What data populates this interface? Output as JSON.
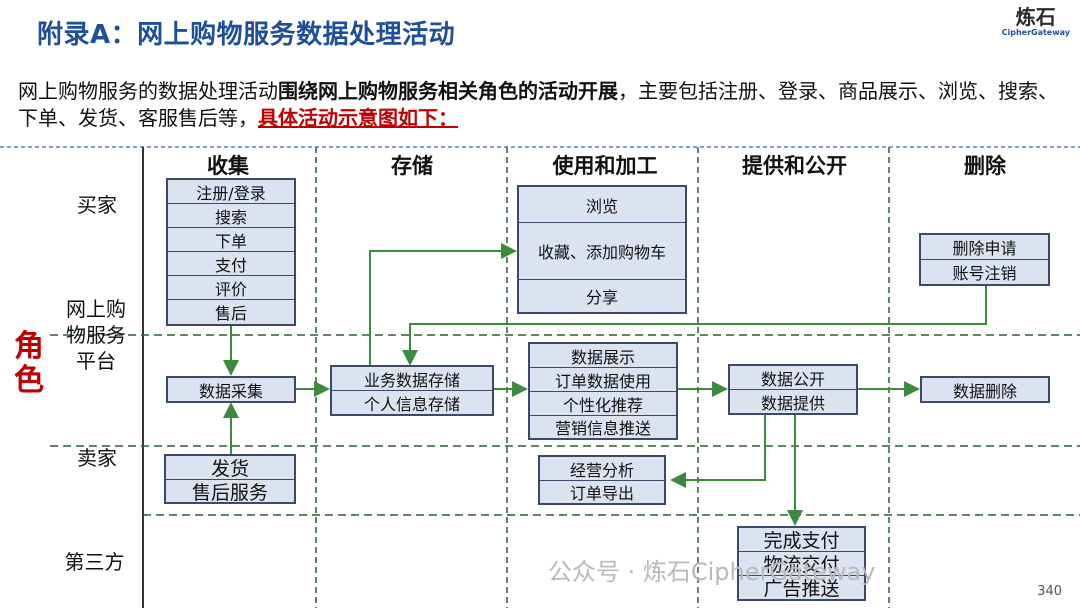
{
  "title": "附录A：网上购物服务数据处理活动",
  "logo": {
    "cn": "炼石",
    "en": "CipherGateway"
  },
  "intro": {
    "part1": "网上购物服务的数据处理活动",
    "part2_bold": "围绕网上购物服务相关角色的活动开展",
    "part3": "，主要包括注册、登录、商品展示、浏览、搜索、下单、发货、客服售后等，",
    "part4_red": "具体活动示意图如下："
  },
  "columns": [
    "收集",
    "存储",
    "使用和加工",
    "提供和公开",
    "删除"
  ],
  "role_label": "角色",
  "rows": {
    "buyer": "买家",
    "platform_l1": "网上购",
    "platform_l2": "物服务",
    "platform_l3": "平台",
    "seller": "卖家",
    "third": "第三方"
  },
  "boxes": {
    "buyer_collect": [
      "注册/登录",
      "搜索",
      "下单",
      "支付",
      "评价",
      "售后"
    ],
    "buyer_use": [
      "浏览",
      "收藏、添加购物车",
      "分享"
    ],
    "buyer_delete": [
      "删除申请",
      "账号注销"
    ],
    "platform_collect": "数据采集",
    "platform_store": [
      "业务数据存储",
      "个人信息存储"
    ],
    "platform_use": [
      "数据展示",
      "订单数据使用",
      "个性化推荐",
      "营销信息推送"
    ],
    "platform_provide": [
      "数据公开",
      "数据提供"
    ],
    "platform_delete": "数据删除",
    "seller_collect": [
      "发货",
      "售后服务"
    ],
    "seller_use": [
      "经营分析",
      "订单导出"
    ],
    "third_provide": [
      "完成支付",
      "物流交付",
      "广告推送"
    ]
  },
  "watermark": "公众号 · 炼石CipherGateway",
  "page_number": "340"
}
